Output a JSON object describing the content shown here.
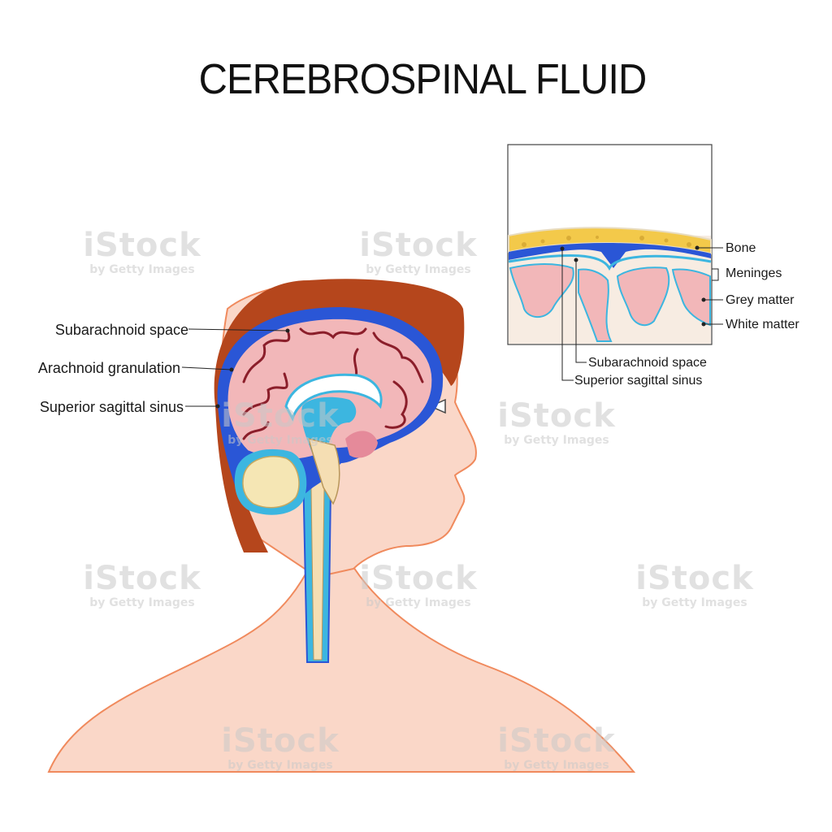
{
  "title": "CEREBROSPINAL FLUID",
  "labels": {
    "subarachnoid_space": "Subarachnoid space",
    "arachnoid_granulation": "Arachnoid granulation",
    "superior_sagittal_sinus": "Superior sagittal sinus"
  },
  "inset_labels": {
    "bone": "Bone",
    "meninges": "Meninges",
    "grey_matter": "Grey matter",
    "white_matter": "White matter",
    "subarachnoid_space": "Subarachnoid space",
    "superior_sagittal_sinus": "Superior sagittal sinus"
  },
  "watermark": {
    "main": "iStock",
    "sub": "by Getty Images"
  },
  "colors": {
    "skin": "#fad7c8",
    "skin_outline": "#f08a5d",
    "hair": "#b5461c",
    "csf_blue": "#2a56d6",
    "ventricle_cyan": "#3cb6e0",
    "brain_pink": "#f2b7b9",
    "gyri_line": "#8b1e2a",
    "cerebellum": "#f5e6b4",
    "bone": "#f3c94a",
    "white_matter": "#f7ece2"
  }
}
